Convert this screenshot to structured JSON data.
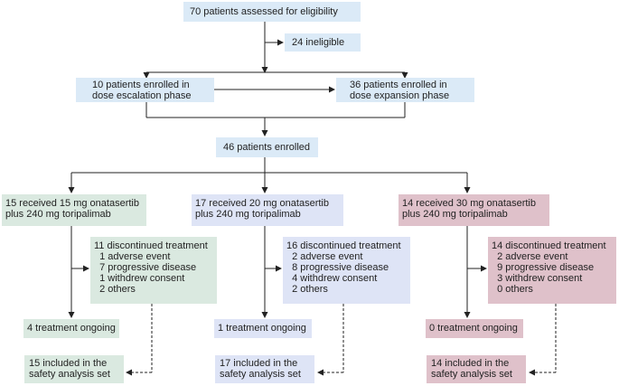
{
  "boxes": {
    "assessed": "70 patients assessed for eligibility",
    "ineligible": "24 ineligible",
    "escalation": [
      "10 patients enrolled in",
      "dose escalation phase"
    ],
    "expansion": [
      "36 patients enrolled in",
      "dose expansion phase"
    ],
    "enrolled": "46 patients enrolled"
  },
  "arms": [
    {
      "dose": [
        "15 received 15 mg onatasertib",
        "plus 240 mg toripalimab"
      ],
      "discontinued": [
        "11 discontinued treatment",
        "  1 adverse event",
        "  7 progressive disease",
        "  1 withdrew consent",
        "  2 others"
      ],
      "ongoing": "4 treatment ongoing",
      "safety": [
        "15 included in the",
        "safety analysis set"
      ],
      "color": "#dae9e0"
    },
    {
      "dose": [
        "17 received 20 mg onatasertib",
        "plus 240 mg toripalimab"
      ],
      "discontinued": [
        "16 discontinued treatment",
        "  2 adverse event",
        "  8 progressive disease",
        "  4 withdrew consent",
        "  2 others"
      ],
      "ongoing": "1 treatment ongoing",
      "safety": [
        "17 included in the",
        "safety analysis set"
      ],
      "color": "#dee4f6"
    },
    {
      "dose": [
        "14 received 30 mg onatasertib",
        "plus 240 mg toripalimab"
      ],
      "discontinued": [
        "14 discontinued treatment",
        "  2 adverse event",
        "  9 progressive disease",
        "  3 withdrew consent",
        "  0 others"
      ],
      "ongoing": "0 treatment ongoing",
      "safety": [
        "14 included in the",
        "safety analysis set"
      ],
      "color": "#dfc1ca"
    }
  ]
}
